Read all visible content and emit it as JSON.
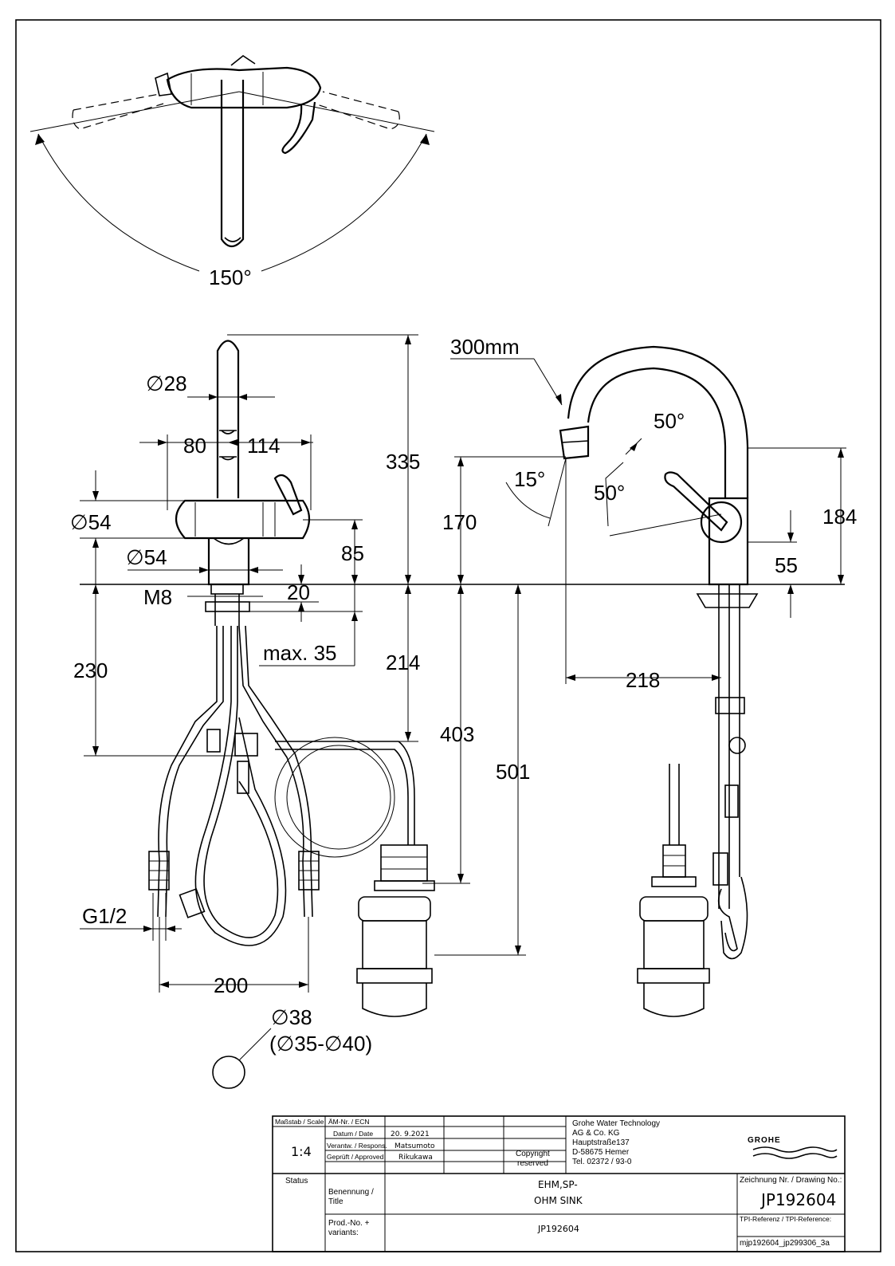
{
  "dimensions": {
    "swivel_angle": "150°",
    "spout_diameter": "∅28",
    "dim_80": "80",
    "dim_114": "114",
    "dim_335": "335",
    "body_diameter": "∅54",
    "base_diameter": "∅54",
    "dim_170": "170",
    "dim_85": "85",
    "thread": "M8",
    "dim_20": "20",
    "max_35": "max. 35",
    "dim_230": "230",
    "dim_214": "214",
    "dim_403": "403",
    "dim_501": "501",
    "connection": "G1/2",
    "dim_200": "200",
    "hole_diameter": "∅38",
    "hole_range": "(∅35-∅40)",
    "pullout_length": "300mm",
    "angle_15": "15°",
    "angle_50_upper": "50°",
    "angle_50_lower": "50°",
    "dim_184": "184",
    "dim_55": "55",
    "dim_218": "218"
  },
  "title_block": {
    "scale_label": "Maßstab / Scale",
    "scale_value": "1:4",
    "ecn_label": "ÄM-Nr. / ECN",
    "date_label": "Datum / Date",
    "date_value": "20. 9.2021",
    "responsible_label": "Verantw. / Respons.",
    "responsible_value": "Matsumoto",
    "approved_label": "Geprüft / Approved",
    "approved_value": "Rikukawa",
    "copyright_line1": "Copyright",
    "copyright_line2": "reserved",
    "company_line1": "Grohe Water Technology",
    "company_line2": "AG & Co. KG",
    "company_line3": "Hauptstraße137",
    "company_line4": "D-58675 Hemer",
    "company_line5": "Tel. 02372 / 93-0",
    "brand": "GROHE",
    "status_label": "Status",
    "title_label_1": "Benennung /",
    "title_label_2": "Title",
    "title_value_1": "EHM,SP-",
    "title_value_2": "OHM SINK",
    "drawing_no_label": "Zeichnung Nr. / Drawing No.:",
    "drawing_no_value": "JP192604",
    "prod_label_1": "Prod.-No. +",
    "prod_label_2": "variants:",
    "prod_value": "JP192604",
    "tpi_label": "TPI-Referenz / TPI-Reference:",
    "tpi_value": "mjp192604_jp299306_3a"
  }
}
